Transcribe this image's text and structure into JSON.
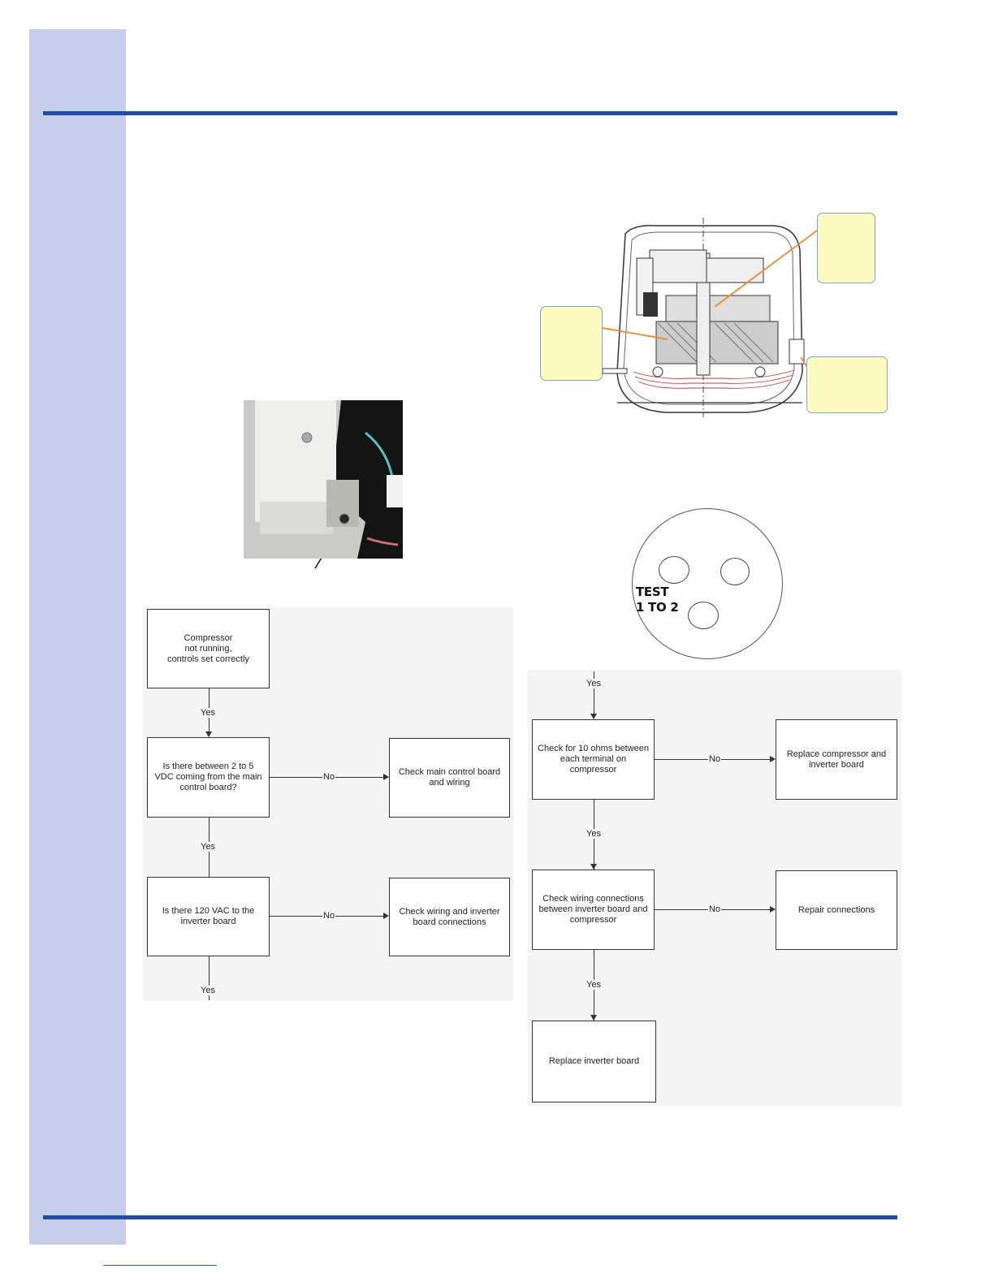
{
  "test_diagram": {
    "label_line1": "TEST",
    "label_line2": "1 TO 2"
  },
  "flowchart_left": {
    "start": "Compressor\nnot running,\ncontrols set correctly",
    "q1": "Is there between 2 to 5\nVDC coming from the main\ncontrol board?",
    "q1_no_action": "Check main control board\nand wiring",
    "q2": "Is there 120 VAC to the\ninverter board",
    "q2_no_action": "Check wiring and inverter\nboard connections",
    "yes": "Yes",
    "no": "No"
  },
  "flowchart_right": {
    "q3": "Check for 10 ohms between\neach terminal on\ncompressor",
    "q3_no_action": "Replace compressor and\ninverter board",
    "q4": "Check wiring connections\nbetween inverter board and\ncompressor",
    "q4_no_action": "Repair connections",
    "end": "Replace inverter board",
    "yes": "Yes",
    "no": "No"
  }
}
